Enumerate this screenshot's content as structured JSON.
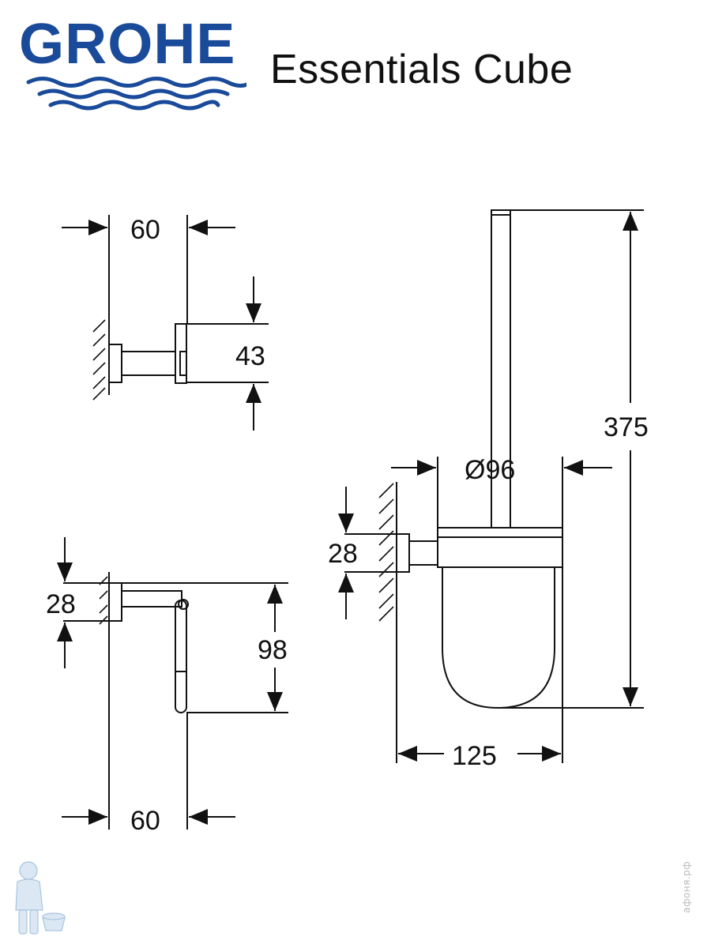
{
  "header": {
    "brand": "GROHE",
    "product_title": "Essentials Cube"
  },
  "colors": {
    "brand_blue": "#1a4a9a",
    "line": "#111111",
    "watermark": "#b9b9b9"
  },
  "dimensions": {
    "hook": {
      "width": "60",
      "height": "43"
    },
    "paper_holder": {
      "depth": "28",
      "height": "98",
      "width": "60"
    },
    "toilet_brush": {
      "diameter": "Ø96",
      "height": "375",
      "mount": "28",
      "depth": "125"
    }
  },
  "watermark": {
    "text": "афоня.рф",
    "icon": "plumber-mascot-icon"
  }
}
